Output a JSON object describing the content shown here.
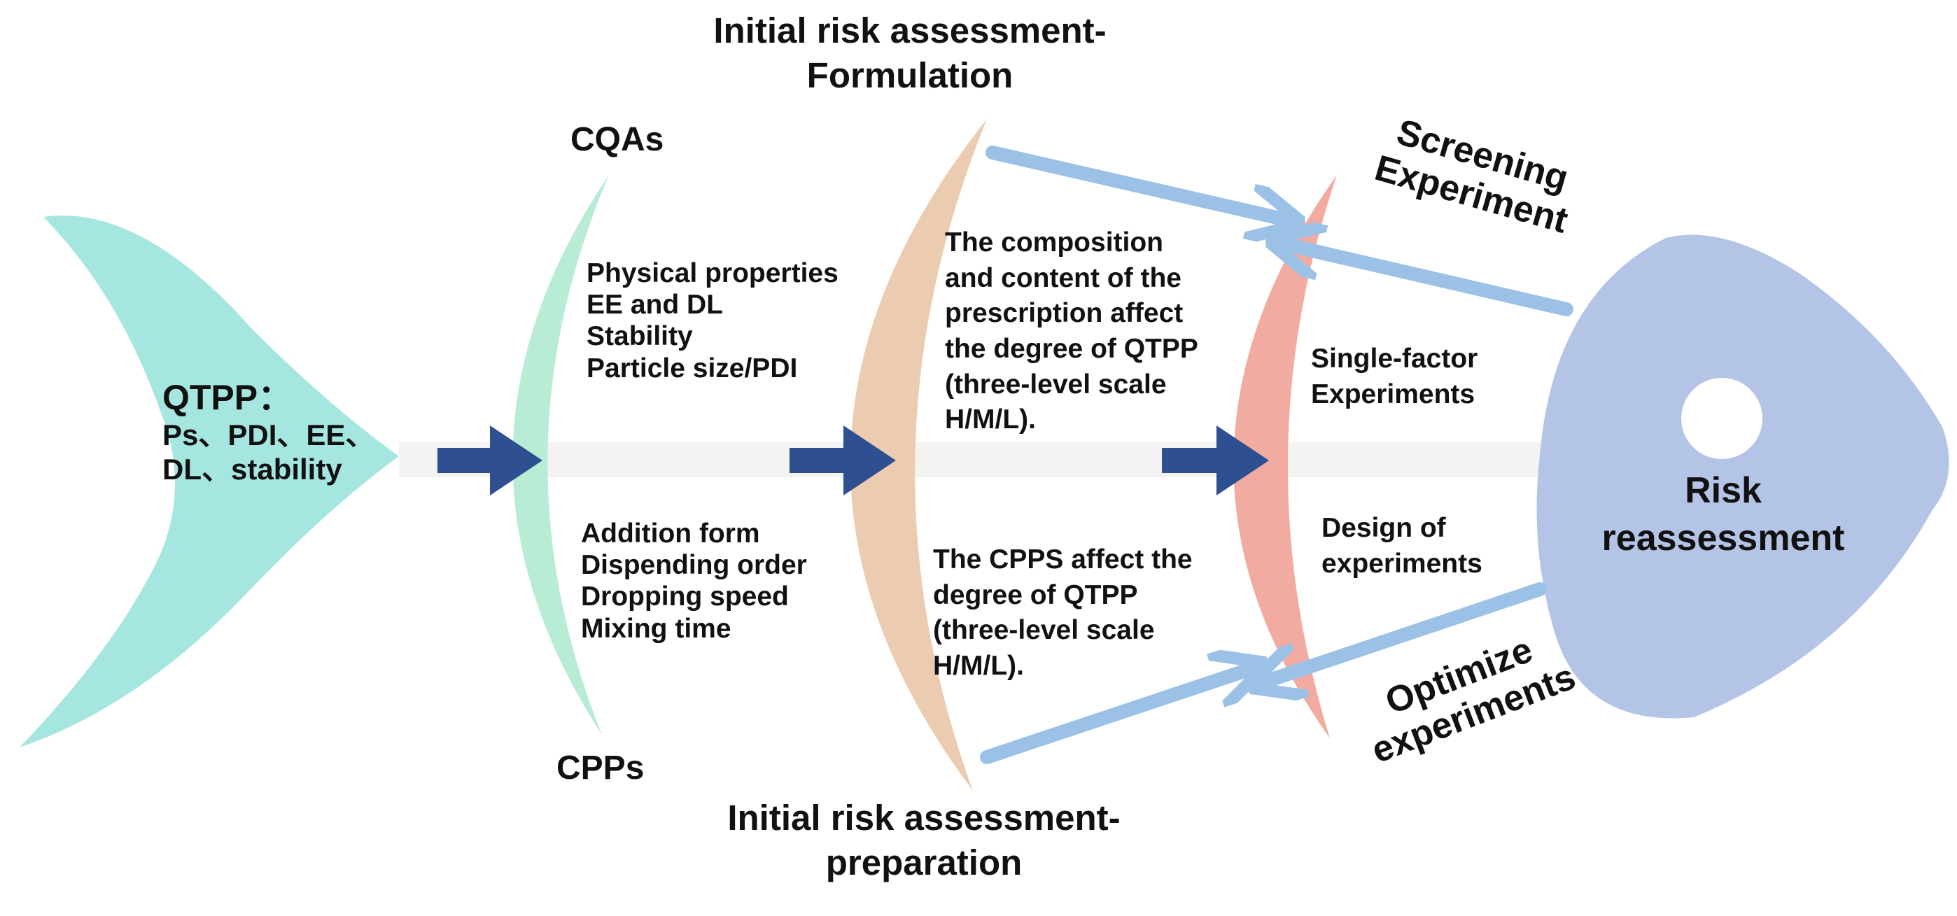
{
  "colors": {
    "tail": "#a6e6e1",
    "cqa_arc": "#b9ecd4",
    "formulation_arc": "#ecccb0",
    "screening_arc": "#f2aba0",
    "head": "#b3c4e6",
    "spine": "#f3f3f3",
    "main_arrow": "#2e5090",
    "side_arrow": "#9bc2e6",
    "text": "#111111"
  },
  "tail": {
    "title": "QTPP：",
    "lines": [
      "Ps、PDI、EE、",
      "DL、stability"
    ]
  },
  "cqa": {
    "top_label": "CQAs",
    "bottom_label": "CPPs",
    "upper_items": [
      "Physical properties",
      "EE and DL",
      "Stability",
      "Particle size/PDI"
    ],
    "lower_items": [
      "Addition form",
      "Dispending order",
      "Dropping speed",
      "Mixing time"
    ]
  },
  "formulation": {
    "top_title": [
      "Initial risk assessment-",
      "Formulation"
    ],
    "bottom_title": [
      "Initial risk assessment-",
      "preparation"
    ],
    "upper_text": [
      "The composition",
      "and content of the",
      "prescription affect",
      "the degree of QTPP",
      "(three-level scale",
      "H/M/L)."
    ],
    "lower_text": [
      "The CPPS affect the",
      "degree of QTPP",
      "(three-level scale",
      "H/M/L)."
    ]
  },
  "experiments": {
    "screening_label": [
      "Screening",
      "Experiment"
    ],
    "optimize_label": [
      "Optimize",
      "experiments"
    ],
    "single_factor": [
      "Single-factor",
      "Experiments"
    ],
    "design": [
      "Design of",
      "experiments"
    ]
  },
  "head": {
    "label": [
      "Risk",
      "reassessment"
    ]
  }
}
